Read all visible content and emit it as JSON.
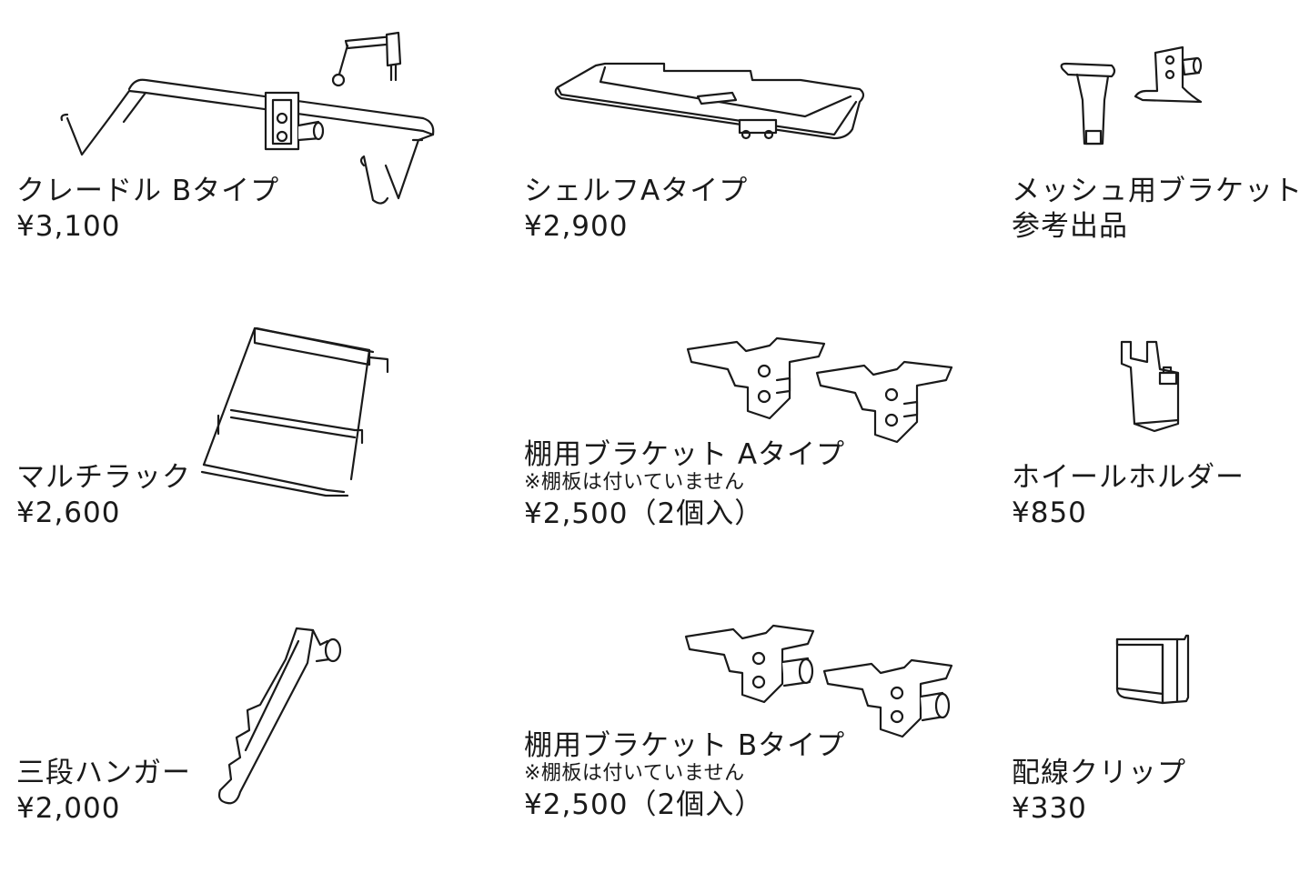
{
  "products": [
    {
      "name": "クレードル Bタイプ",
      "price": "¥3,100",
      "icon": "cradle-b-illustration"
    },
    {
      "name": "シェルフAタイプ",
      "price": "¥2,900",
      "icon": "shelf-a-illustration"
    },
    {
      "name": "メッシュ用ブラケット",
      "price": "参考出品",
      "icon": "mesh-bracket-illustration"
    },
    {
      "name": "マルチラック",
      "price": "¥2,600",
      "icon": "multi-rack-illustration"
    },
    {
      "name": "棚用ブラケット Aタイプ",
      "note": "※棚板は付いていません",
      "price": "¥2,500（2個入）",
      "icon": "shelf-bracket-a-illustration"
    },
    {
      "name": "ホイールホルダー",
      "price": "¥850",
      "icon": "wheel-holder-illustration"
    },
    {
      "name": "三段ハンガー",
      "price": "¥2,000",
      "icon": "three-step-hanger-illustration"
    },
    {
      "name": "棚用ブラケット Bタイプ",
      "note": "※棚板は付いていません",
      "price": "¥2,500（2個入）",
      "icon": "shelf-bracket-b-illustration"
    },
    {
      "name": "配線クリップ",
      "price": "¥330",
      "icon": "wire-clip-illustration"
    }
  ],
  "colors": {
    "ink": "#1a1a1a",
    "background": "#ffffff"
  }
}
